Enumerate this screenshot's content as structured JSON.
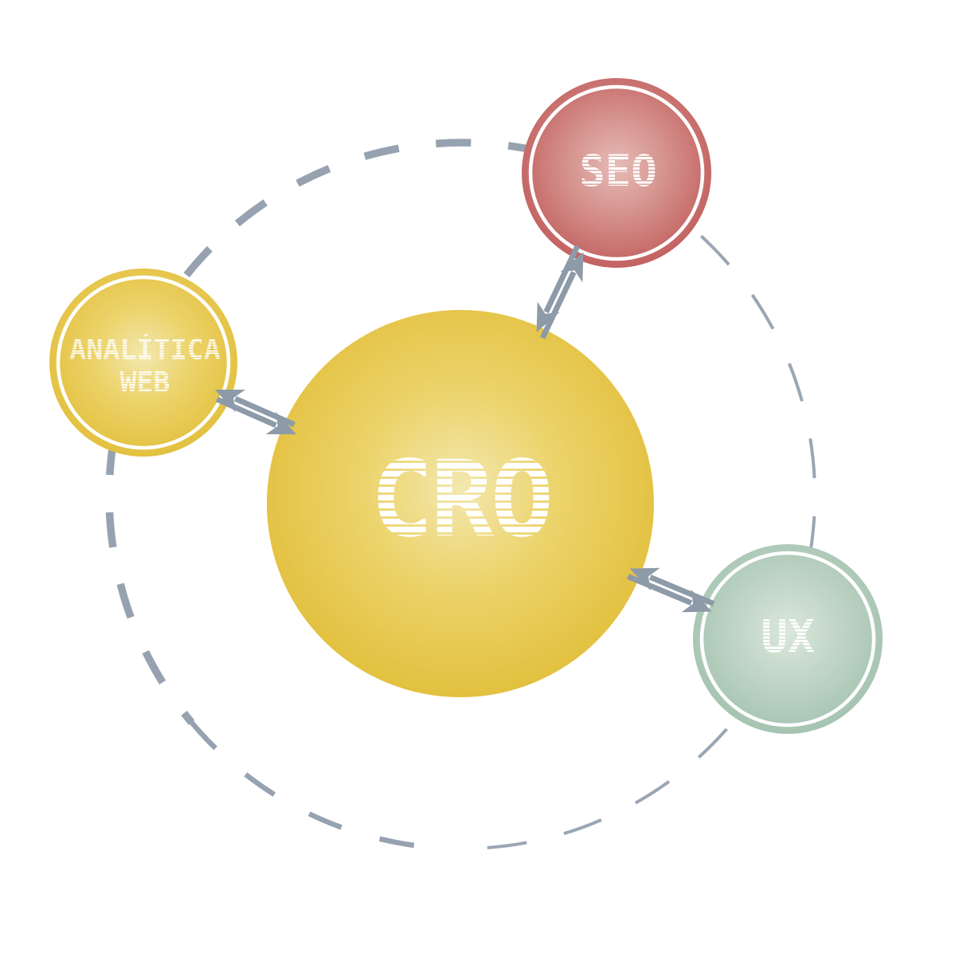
{
  "nodes": {
    "center": {
      "label": "CRO"
    },
    "seo": {
      "label": "SEO"
    },
    "analitica_web": {
      "label": "ANALÍTICA WEB"
    },
    "ux": {
      "label": "UX"
    }
  },
  "colors": {
    "center_fill": "#e2bf3c",
    "seo_fill": "#c15e5d",
    "analitica_web_fill": "#e2bf3c",
    "ux_fill": "#a3c2af",
    "label_text": "#ffffff",
    "inner_ring": "#ffffff",
    "connector": "#8d9aa8",
    "orbit_dash_thick": "#96a2b0",
    "orbit_dash_thin": "#9ba6b4"
  }
}
